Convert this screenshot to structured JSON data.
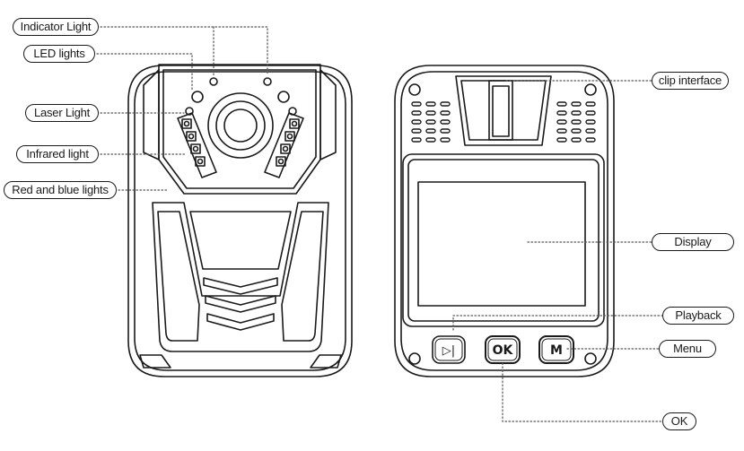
{
  "labels": {
    "indicator_light": "Indicator Light",
    "led_lights": "LED lights",
    "laser_light": "Laser Light",
    "infrared_light": "Infrared light",
    "red_blue_lights": "Red and blue lights",
    "clip_interface": "clip interface",
    "display": "Display",
    "playback": "Playback",
    "menu": "Menu",
    "ok": "OK"
  },
  "buttons": {
    "playback_glyph": "▷|",
    "ok_text": "OK",
    "menu_text": "M"
  },
  "colors": {
    "line": "#1a1a1a",
    "leader": "#555555"
  },
  "icons": [
    "play-pause-icon"
  ]
}
